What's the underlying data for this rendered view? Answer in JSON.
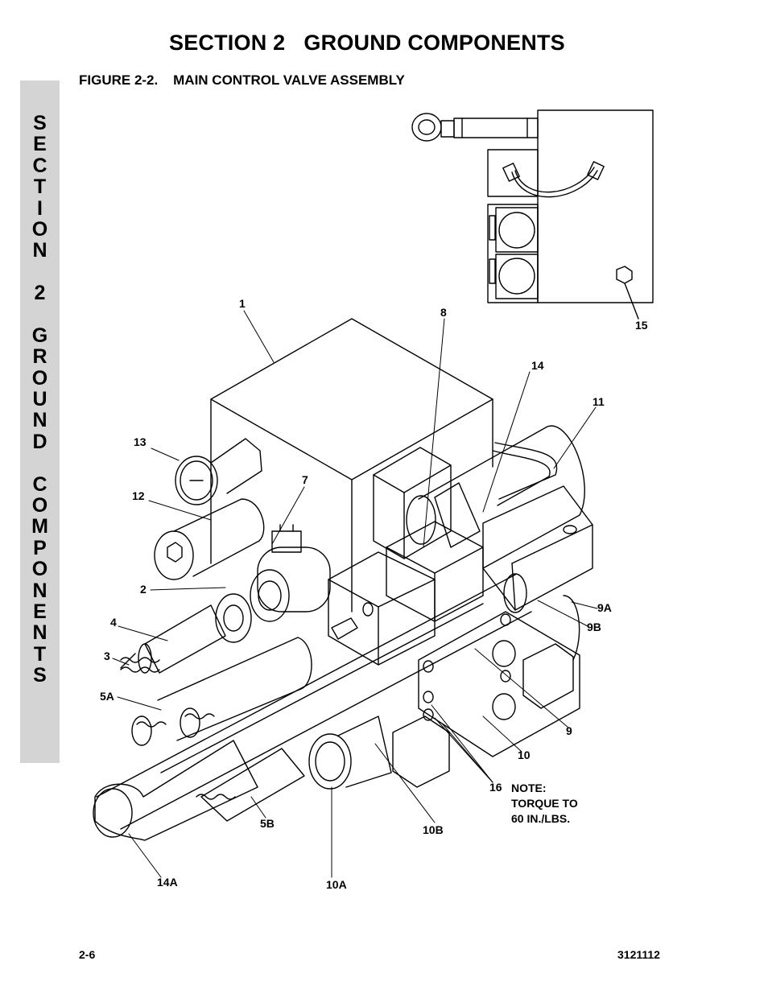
{
  "header": {
    "section_title": "SECTION 2   GROUND COMPONENTS",
    "figure_title": "FIGURE 2-2.    MAIN CONTROL VALVE ASSEMBLY"
  },
  "side_tab": {
    "letters": [
      "S",
      "E",
      "C",
      "T",
      "I",
      "O",
      "N",
      " ",
      "2",
      " ",
      "G",
      "R",
      "O",
      "U",
      "N",
      "D",
      " ",
      "C",
      "O",
      "M",
      "P",
      "O",
      "N",
      "E",
      "N",
      "T",
      "S"
    ]
  },
  "callouts": {
    "c1": "1",
    "c2": "2",
    "c3": "3",
    "c4": "4",
    "c5a": "5A",
    "c5b": "5B",
    "c7": "7",
    "c8": "8",
    "c9": "9",
    "c9a": "9A",
    "c9b": "9B",
    "c10": "10",
    "c10a": "10A",
    "c10b": "10B",
    "c11": "11",
    "c12": "12",
    "c13": "13",
    "c14": "14",
    "c14a": "14A",
    "c15": "15",
    "c16": "16"
  },
  "note": {
    "line1": "NOTE:",
    "line2": "TORQUE TO",
    "line3": "60 IN./LBS."
  },
  "footer": {
    "page_number": "2-6",
    "doc_number": "3121112"
  }
}
